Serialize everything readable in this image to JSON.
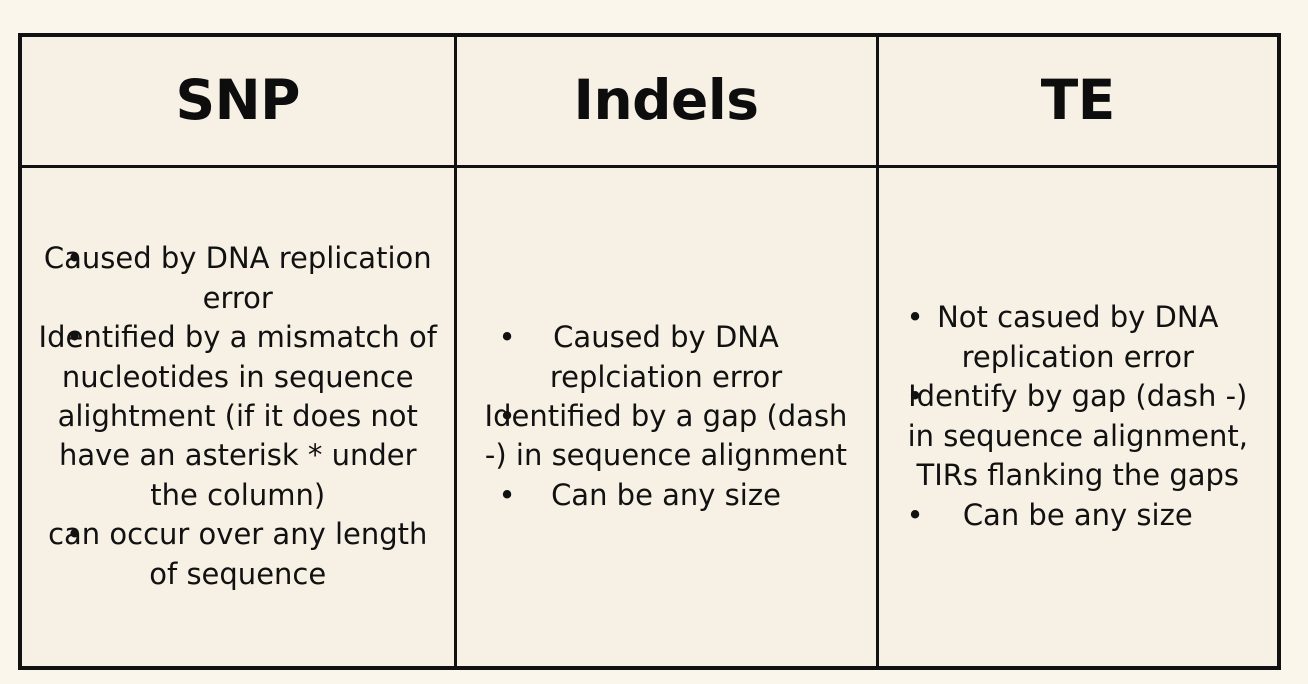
{
  "table": {
    "columns": [
      {
        "key": "snp",
        "header": "SNP",
        "bullets": [
          "Caused by DNA replication error",
          "Identified by a mismatch of nucleotides in sequence alightment (if it does not have an asterisk * under the column)",
          "can occur over any length of sequence"
        ]
      },
      {
        "key": "indels",
        "header": "Indels",
        "bullets": [
          "Caused by DNA replciation error",
          "Identified by a gap (dash -) in sequence alignment",
          "Can be any size"
        ]
      },
      {
        "key": "te",
        "header": "TE",
        "bullets": [
          "Not casued by DNA replication error",
          "Identify by gap (dash -) in sequence alignment, TIRs flanking the gaps",
          "Can be any size"
        ]
      }
    ],
    "bullet_glyph": "•"
  },
  "colors": {
    "page_background": "#faf6ec",
    "cell_background": "#f7f0e4",
    "border": "#111111",
    "text": "#111111",
    "header_text": "#0d0d0d"
  }
}
